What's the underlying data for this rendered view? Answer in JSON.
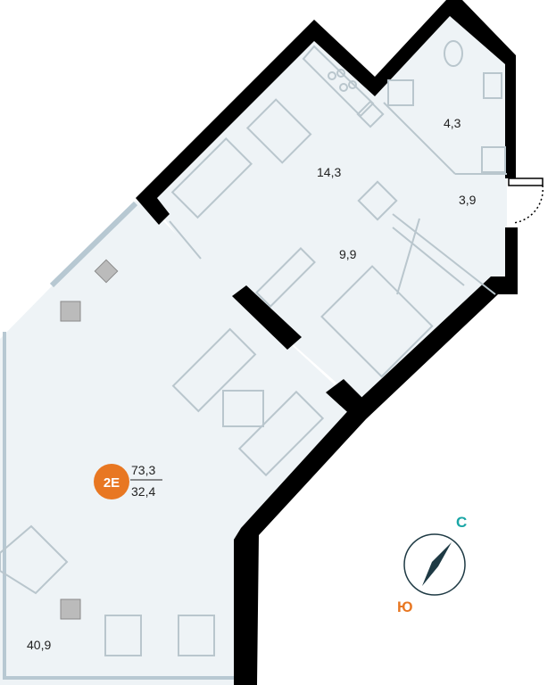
{
  "apartment": {
    "type_code": "2E",
    "total_area": "73,3",
    "living_area": "32,4",
    "badge_color": "#e87722"
  },
  "rooms": {
    "kitchen_area": "14,3",
    "bathroom_area": "4,3",
    "hall_area": "3,9",
    "bedroom_area": "9,9",
    "living_area": "40,9"
  },
  "compass": {
    "north_label": "С",
    "south_label": "Ю",
    "north_color": "#1aa6a6",
    "south_color": "#e87722",
    "needle_color": "#1e3a44"
  },
  "colors": {
    "wall": "#000000",
    "floor": "#eef3f6",
    "window": "#b7c8d2",
    "furniture_stroke": "#b9c6cd"
  }
}
